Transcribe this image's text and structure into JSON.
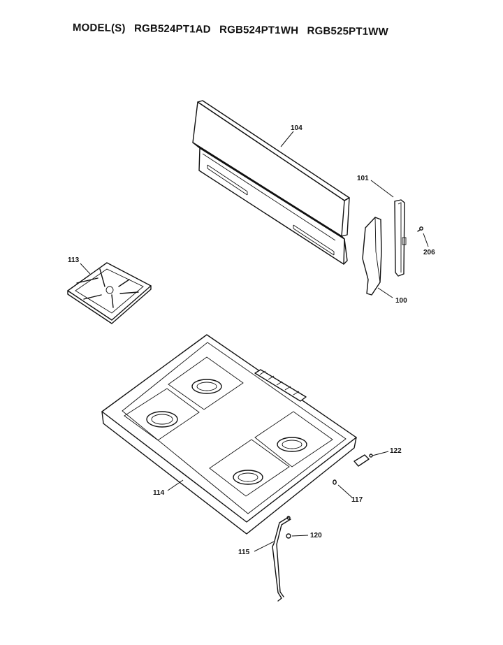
{
  "header": {
    "prefix": "MODEL(S)",
    "models": [
      "RGB524PT1AD",
      "RGB524PT1WH",
      "RGB525PT1WW"
    ]
  },
  "parts": [
    {
      "id": "backguard",
      "label": "104"
    },
    {
      "id": "end-cap-right",
      "label": "101"
    },
    {
      "id": "screw",
      "label": "206"
    },
    {
      "id": "end-cap-left",
      "label": "100"
    },
    {
      "id": "burner-grate",
      "label": "113"
    },
    {
      "id": "cooktop",
      "label": "114"
    },
    {
      "id": "igniter-switch",
      "label": "122"
    },
    {
      "id": "clip",
      "label": "117"
    },
    {
      "id": "fastener",
      "label": "120"
    },
    {
      "id": "bracket-rod",
      "label": "115"
    }
  ]
}
